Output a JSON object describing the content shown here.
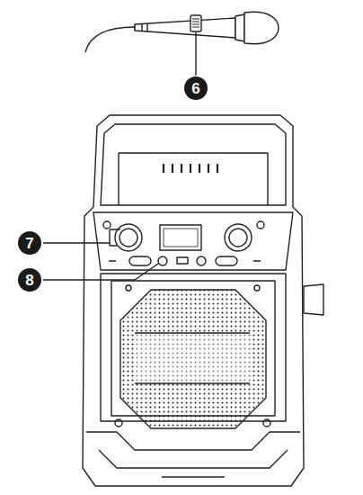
{
  "diagram": {
    "labels": [
      "6",
      "7",
      "8"
    ]
  }
}
